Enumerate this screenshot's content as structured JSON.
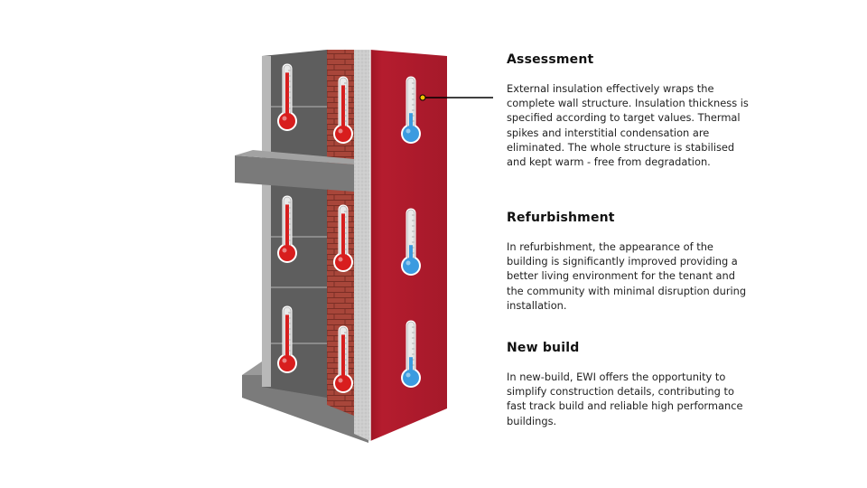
{
  "sections": [
    {
      "heading": "Assessment",
      "body": "External insulation effectively wraps the complete wall structure. Insulation thickness is specified according to target values. Thermal spikes and interstitial condensation are eliminated. The whole structure is stabilised and kept warm - free from degradation."
    },
    {
      "heading": "Refurbishment",
      "body": "In refurbishment, the appearance of the building is significantly improved providing a better living environment for the tenant and the community with minimal disruption during installation."
    },
    {
      "heading": "New build",
      "body": "In new-build, EWI offers the opportunity to simplify construction details, contributing to fast track build and reliable high performance buildings."
    }
  ],
  "thermometers": {
    "inner_block": {
      "color": "#d81e1e",
      "level": 0.85,
      "count": 3
    },
    "brick": {
      "color": "#d81e1e",
      "level": 0.85,
      "count": 3
    },
    "render": {
      "color": "#3b9be0",
      "level": 0.3,
      "count": 3
    }
  },
  "colors": {
    "render": "#b51c2e",
    "insulation": "#cfcfcf",
    "brick": "#a8463a",
    "block": "#666666",
    "slab": "#8a8a8a",
    "callout": "#000000"
  }
}
